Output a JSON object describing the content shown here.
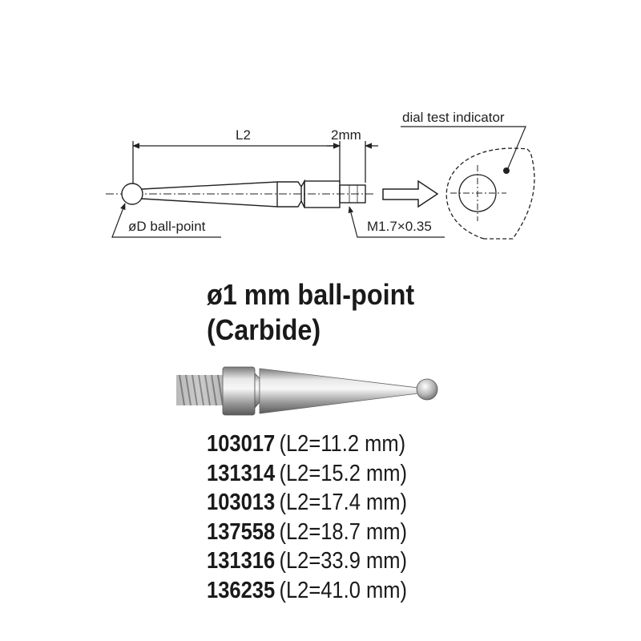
{
  "diagram": {
    "dim_l2": "L2",
    "dim_2mm": "2mm",
    "label_indicator": "dial test indicator",
    "label_ball": "øD ball-point",
    "label_thread": "M1.7×0.35"
  },
  "heading": {
    "line1": "ø1 mm ball-point",
    "line2": "(Carbide)"
  },
  "photo": {
    "icon": "stylus-photo-icon"
  },
  "parts": [
    {
      "number": "103017",
      "length": "(L2=11.2 mm)"
    },
    {
      "number": "131314",
      "length": "(L2=15.2 mm)"
    },
    {
      "number": "103013",
      "length": "(L2=17.4 mm)"
    },
    {
      "number": "137558",
      "length": "(L2=18.7 mm)"
    },
    {
      "number": "131316",
      "length": "(L2=33.9 mm)"
    },
    {
      "number": "136235",
      "length": "(L2=41.0 mm)"
    }
  ]
}
